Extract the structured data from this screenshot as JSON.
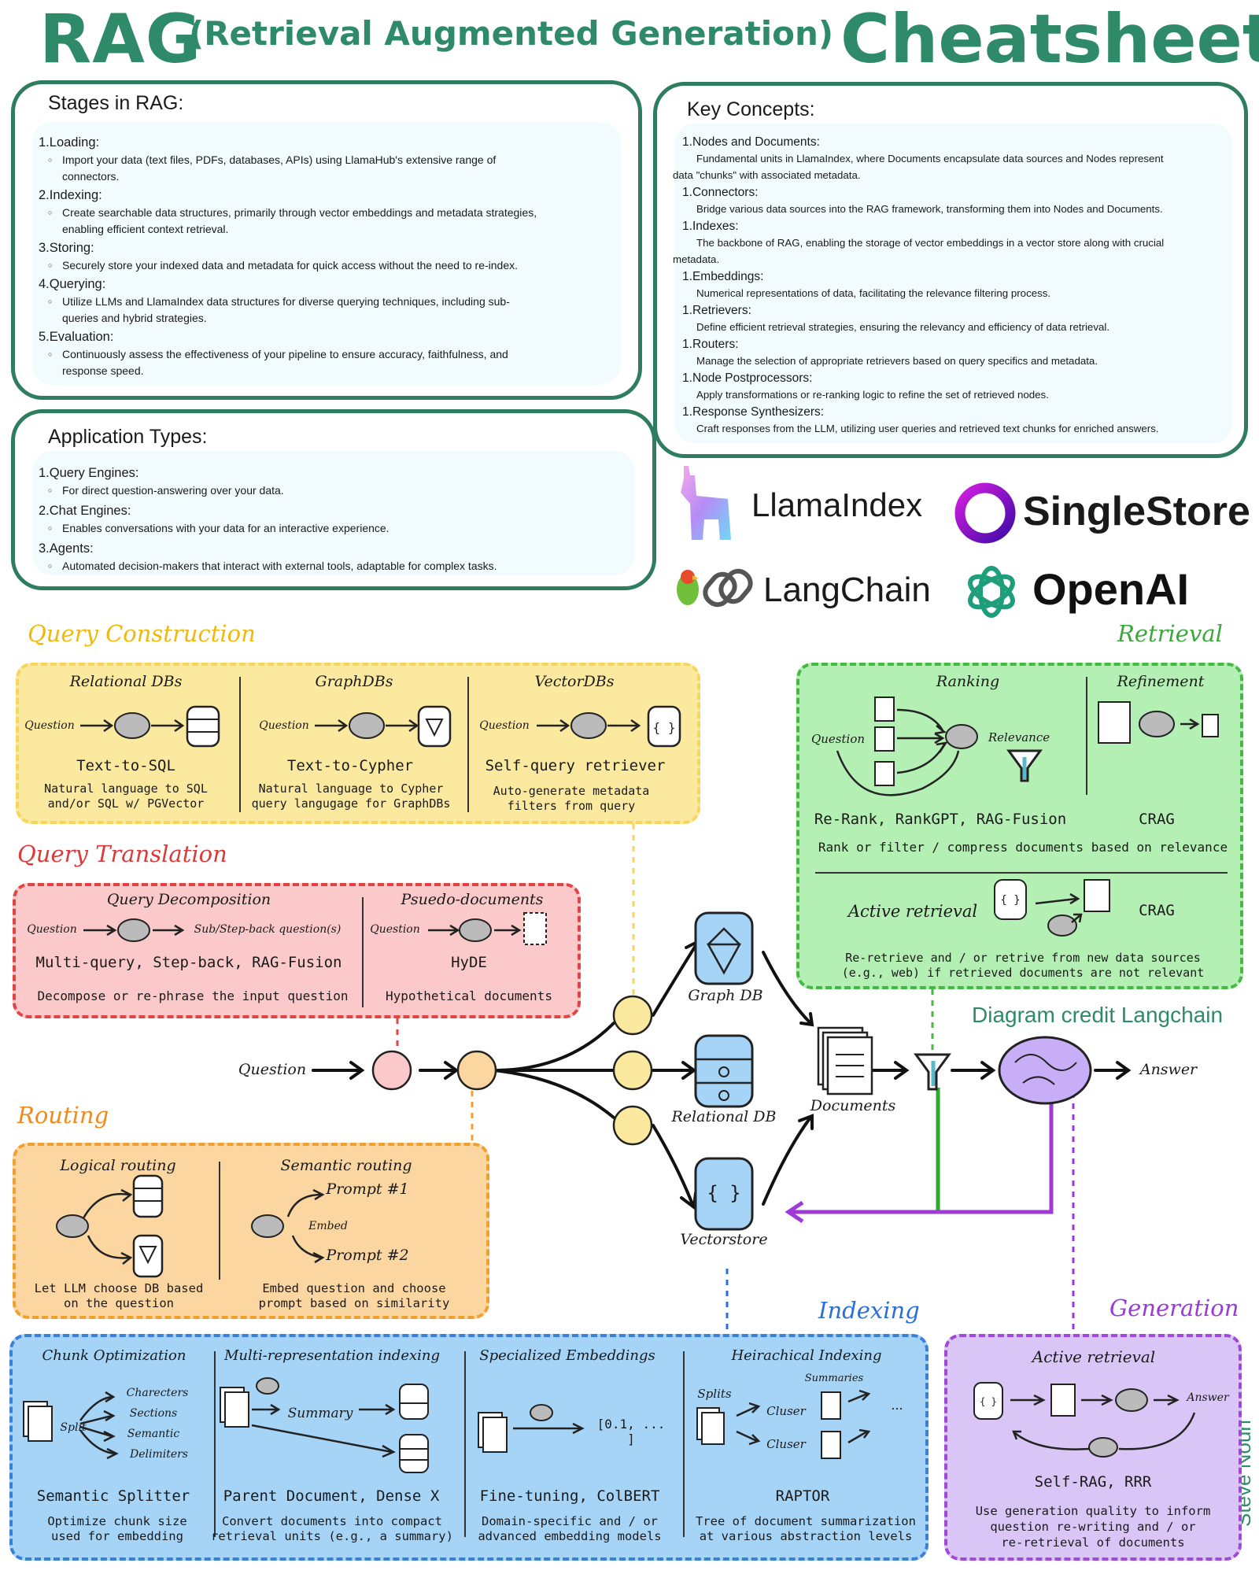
{
  "header": {
    "rag": "RAG",
    "subtitle": "(Retrieval Augmented Generation)",
    "cheatsheet": "Cheatsheet"
  },
  "stages": {
    "title": "Stages in RAG:",
    "items": [
      {
        "num": "1.",
        "title": "Loading:",
        "desc": "Import your data (text files, PDFs, databases, APIs) using LlamaHub's extensive range of",
        "desc2": "connectors."
      },
      {
        "num": "2.",
        "title": "Indexing:",
        "desc": "Create searchable data structures, primarily through vector embeddings and metadata strategies,",
        "desc2": "enabling efficient context retrieval."
      },
      {
        "num": "3.",
        "title": "Storing:",
        "desc": "Securely store your indexed data and metadata for quick access without the need to re-index.",
        "desc2": ""
      },
      {
        "num": "4.",
        "title": "Querying:",
        "desc": "Utilize LLMs and LlamaIndex data structures for diverse querying techniques, including sub-",
        "desc2": "queries and hybrid strategies."
      },
      {
        "num": "5.",
        "title": "Evaluation:",
        "desc": "Continuously assess the effectiveness of your pipeline to ensure accuracy, faithfulness, and",
        "desc2": "response speed."
      }
    ]
  },
  "apps": {
    "title": "Application Types:",
    "items": [
      {
        "num": "1.",
        "title": "Query Engines:",
        "desc": "For direct question-answering over your data."
      },
      {
        "num": "2.",
        "title": "Chat Engines:",
        "desc": "Enables conversations with your data for an interactive experience."
      },
      {
        "num": "3.",
        "title": "Agents:",
        "desc": "Automated decision-makers that interact with external tools, adaptable for complex tasks."
      }
    ]
  },
  "concepts": {
    "title": "Key Concepts:",
    "items": [
      {
        "num": "1.",
        "title": "Nodes and Documents:",
        "desc": "Fundamental units in LlamaIndex, where Documents encapsulate data sources and Nodes represent",
        "desc2": "data \"chunks\" with associated metadata."
      },
      {
        "num": "1.",
        "title": "Connectors:",
        "desc": "Bridge various data sources into the RAG framework, transforming them into Nodes and Documents.",
        "desc2": ""
      },
      {
        "num": "1.",
        "title": "Indexes:",
        "desc": "The backbone of RAG, enabling the storage of vector embeddings in a vector store along with crucial",
        "desc2": "metadata."
      },
      {
        "num": "1.",
        "title": "Embeddings:",
        "desc": "Numerical representations of data, facilitating the relevance filtering process.",
        "desc2": ""
      },
      {
        "num": "1.",
        "title": "Retrievers:",
        "desc": "Define efficient retrieval strategies, ensuring the relevancy and efficiency of data retrieval.",
        "desc2": ""
      },
      {
        "num": "1.",
        "title": "Routers:",
        "desc": "Manage the selection of appropriate retrievers based on query specifics and metadata.",
        "desc2": ""
      },
      {
        "num": "1.",
        "title": "Node Postprocessors:",
        "desc": "Apply transformations or re-ranking logic to refine the set of retrieved nodes.",
        "desc2": ""
      },
      {
        "num": "1.",
        "title": "Response Synthesizers:",
        "desc": "Craft responses from the LLM, utilizing user queries and retrieved text chunks for enriched answers.",
        "desc2": ""
      }
    ]
  },
  "logos": {
    "llamaindex": "LlamaIndex",
    "singlestore": "SingleStore",
    "langchain": "LangChain",
    "openai": "OpenAI"
  },
  "query_construction": {
    "title": "Query Construction",
    "cols": [
      {
        "head": "Relational DBs",
        "q": "Question",
        "name": "Text-to-SQL",
        "desc1": "Natural language to SQL",
        "desc2": "and/or SQL w/ PGVector"
      },
      {
        "head": "GraphDBs",
        "q": "Question",
        "name": "Text-to-Cypher",
        "desc1": "Natural language to Cypher",
        "desc2": "query langugage for GraphDBs"
      },
      {
        "head": "VectorDBs",
        "q": "Question",
        "name": "Self-query retriever",
        "desc1": "Auto-generate metadata",
        "desc2": "filters from query"
      }
    ]
  },
  "retrieval": {
    "title": "Retrieval",
    "ranking": "Ranking",
    "refinement": "Refinement",
    "question": "Question",
    "relevance": "Relevance",
    "rerank": "Re-Rank, RankGPT, RAG-Fusion",
    "crag": "CRAG",
    "rank_desc": "Rank or filter / compress documents based on relevance",
    "active": "Active retrieval",
    "crag2": "CRAG",
    "active_desc1": "Re-retrieve and / or retrive from new data sources",
    "active_desc2": "(e.g., web) if retrieved documents are not relevant"
  },
  "query_translation": {
    "title": "Query Translation",
    "decomp": "Query Decomposition",
    "pseudo": "Psuedo-documents",
    "q1": "Question",
    "q2": "Question",
    "subq": "Sub/Step-back question(s)",
    "multi": "Multi-query, Step-back, RAG-Fusion",
    "hyde": "HyDE",
    "decomp_desc": "Decompose or re-phrase the input question",
    "hyde_desc": "Hypothetical documents"
  },
  "credit": "Diagram credit Langchain",
  "flow": {
    "question": "Question",
    "graph_db": "Graph DB",
    "relational_db": "Relational DB",
    "vectorstore": "Vectorstore",
    "documents": "Documents",
    "answer": "Answer",
    "vec_icon": "{ }"
  },
  "routing": {
    "title": "Routing",
    "logical": "Logical routing",
    "semantic": "Semantic routing",
    "prompt1": "Prompt #1",
    "embed": "Embed",
    "prompt2": "Prompt #2",
    "logical_desc1": "Let LLM choose DB based",
    "logical_desc2": "on the question",
    "semantic_desc1": "Embed question and choose",
    "semantic_desc2": "prompt based on similarity"
  },
  "indexing": {
    "title": "Indexing",
    "chunk": "Chunk Optimization",
    "split": "Split",
    "chunk_opts": [
      "Charecters",
      "Sections",
      "Semantic",
      "Delimiters"
    ],
    "chunk_name": "Semantic Splitter",
    "chunk_desc1": "Optimize chunk size",
    "chunk_desc2": "used for embedding",
    "multi": "Multi-representation indexing",
    "summary": "Summary",
    "multi_name": "Parent Document, Dense X",
    "multi_desc1": "Convert documents into compact",
    "multi_desc2": "retrieval units (e.g., a summary)",
    "special": "Specialized Embeddings",
    "vector": "[0.1, ... ]",
    "special_name": "Fine-tuning, ColBERT",
    "special_desc1": "Domain-specific and / or",
    "special_desc2": "advanced embedding models",
    "hier": "Heirachical Indexing",
    "splits": "Splits",
    "summaries": "Summaries",
    "cluster1": "Cluser",
    "cluster2": "Cluser",
    "ellipsis": "...",
    "hier_name": "RAPTOR",
    "hier_desc1": "Tree of document summarization",
    "hier_desc2": "at various abstraction levels"
  },
  "generation": {
    "title": "Generation",
    "active": "Active retrieval",
    "answer": "Answer",
    "name": "Self-RAG, RRR",
    "desc1": "Use generation quality to inform",
    "desc2": "question re-writing and / or",
    "desc3": "re-retrieval of documents"
  },
  "signature": "Steve Nouri",
  "colors": {
    "brand_green": "#2e8a68",
    "yellow_bg": "#fbe9a0",
    "red_bg": "#fbc9c9",
    "orange_bg": "#fbd6a0",
    "green_bg": "#b4efb4",
    "blue_bg": "#a6d4f7",
    "purple_bg": "#d9c6f7"
  }
}
